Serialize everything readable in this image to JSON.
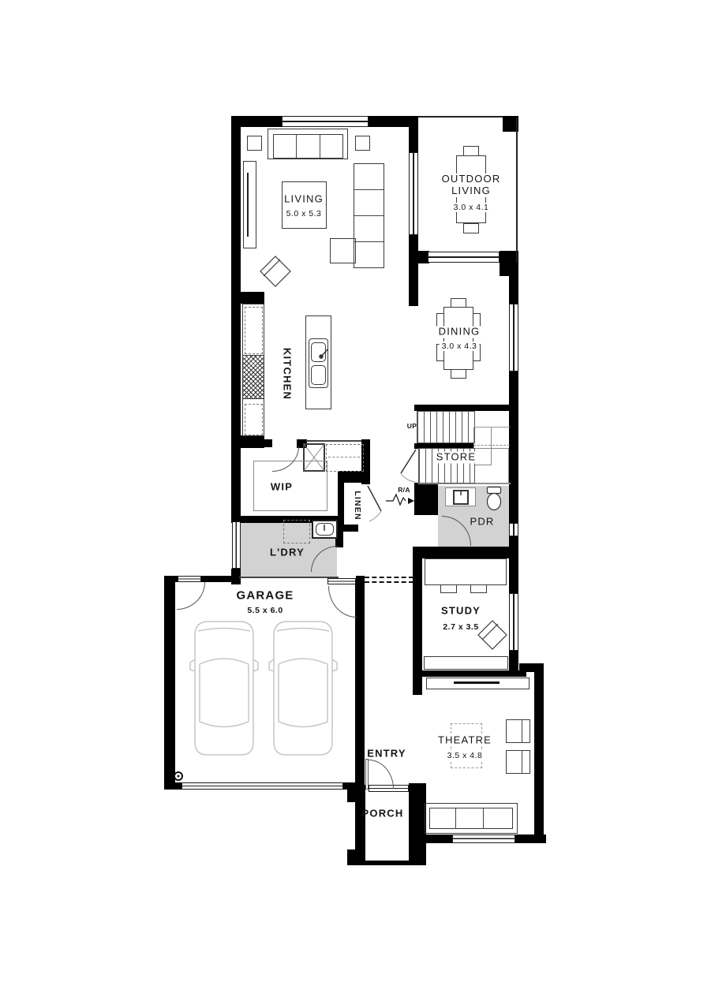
{
  "plan": {
    "rooms": {
      "living": {
        "name": "LIVING",
        "dims": "5.0 x 5.3"
      },
      "outdoor_living": {
        "name": "OUTDOOR LIVING",
        "dims": "3.0 x 4.1"
      },
      "dining": {
        "name": "DINING",
        "dims": "3.0 x 4.3"
      },
      "kitchen": {
        "name": "KITCHEN"
      },
      "wip": {
        "name": "WIP"
      },
      "linen": {
        "name": "LINEN"
      },
      "store": {
        "name": "STORE"
      },
      "pdr": {
        "name": "PDR"
      },
      "ldry": {
        "name": "L'DRY"
      },
      "garage": {
        "name": "GARAGE",
        "dims": "5.5 x 6.0"
      },
      "study": {
        "name": "STUDY",
        "dims": "2.7 x 3.5"
      },
      "theatre": {
        "name": "THEATRE",
        "dims": "3.5 x 4.8"
      },
      "entry": {
        "name": "ENTRY"
      },
      "porch": {
        "name": "PORCH"
      }
    },
    "annotations": {
      "up": "UP",
      "return_air": "R/A"
    },
    "colors": {
      "wall": "#000000",
      "shaded_room": "#d2d2d2",
      "furniture_line": "#3a3a3a",
      "car_line": "#c6c6c6"
    }
  }
}
